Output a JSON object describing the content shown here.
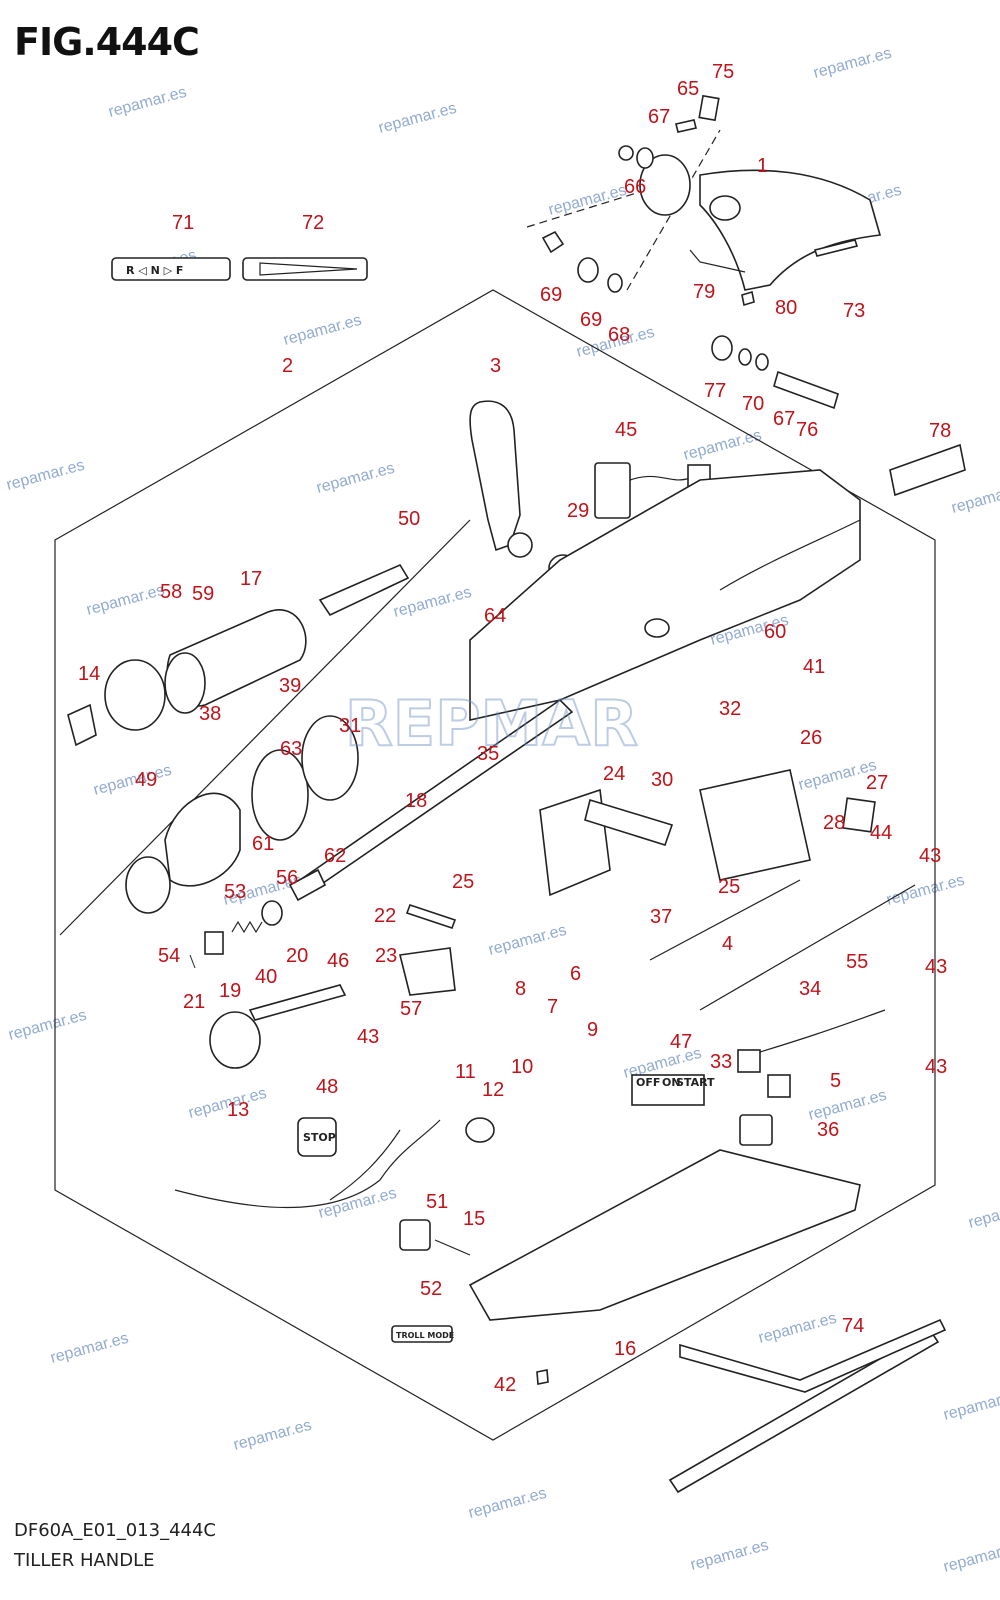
{
  "figure": {
    "title": "FIG.444C",
    "code": "DF60A_E01_013_444C",
    "caption": "TILLER HANDLE"
  },
  "watermark": "repamar.es",
  "logo_text": "REPMAR",
  "decals": {
    "shift": "R ◁ N ▷ F",
    "stop": "STOP",
    "troll": "TROLL MODE",
    "switch_labels": [
      "OFF",
      "ON",
      "START"
    ]
  },
  "colors": {
    "callout": "#c0141b",
    "watermark": "#6f8fc4",
    "line": "#222222"
  },
  "callouts": [
    "1",
    "2",
    "3",
    "4",
    "5",
    "6",
    "7",
    "8",
    "9",
    "10",
    "11",
    "12",
    "13",
    "14",
    "15",
    "16",
    "17",
    "18",
    "19",
    "20",
    "21",
    "22",
    "23",
    "24",
    "25",
    "25",
    "26",
    "27",
    "28",
    "29",
    "30",
    "31",
    "32",
    "33",
    "34",
    "35",
    "36",
    "37",
    "38",
    "39",
    "40",
    "41",
    "42",
    "43",
    "43",
    "43",
    "43",
    "44",
    "45",
    "46",
    "47",
    "48",
    "49",
    "50",
    "51",
    "52",
    "53",
    "54",
    "55",
    "56",
    "57",
    "58",
    "59",
    "60",
    "61",
    "62",
    "63",
    "64",
    "65",
    "66",
    "67",
    "67",
    "68",
    "69",
    "69",
    "70",
    "71",
    "72",
    "73",
    "74",
    "75",
    "76",
    "77",
    "78",
    "79",
    "80"
  ]
}
